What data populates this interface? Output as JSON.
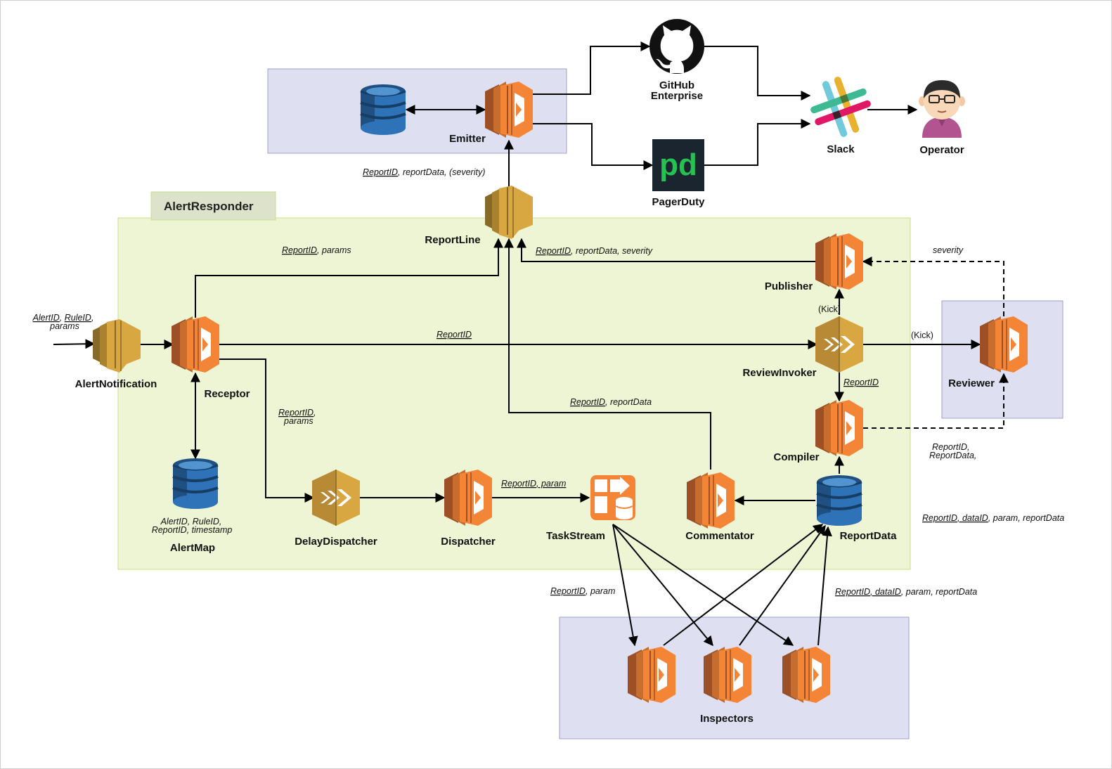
{
  "groups": {
    "alert_responder": "AlertResponder"
  },
  "nodes": {
    "github": [
      "GitHub",
      "Enterprise"
    ],
    "pagerduty": "PagerDuty",
    "slack": "Slack",
    "operator": "Operator",
    "emitter": "Emitter",
    "report_line": "ReportLine",
    "alert_notification": "AlertNotification",
    "receptor": "Receptor",
    "alert_map": "AlertMap",
    "delay_dispatcher": "DelayDispatcher",
    "dispatcher": "Dispatcher",
    "task_stream": "TaskStream",
    "commentator": "Commentator",
    "report_data": "ReportData",
    "compiler": "Compiler",
    "review_invoker": "ReviewInvoker",
    "publisher": "Publisher",
    "reviewer": "Reviewer",
    "inspectors": "Inspectors"
  },
  "edge_labels": {
    "to_emitter": [
      [
        "ReportID",
        true
      ],
      [
        ", reportData, (severity)",
        false
      ]
    ],
    "receptor_to_reportline": [
      [
        "ReportID",
        true
      ],
      [
        ", params",
        false
      ]
    ],
    "publisher_to_reportline": [
      [
        "ReportID",
        true
      ],
      [
        ", reportData, severity",
        false
      ]
    ],
    "input": [
      [
        "AlertID",
        true
      ],
      [
        ", ",
        false
      ],
      [
        "RuleID",
        true
      ],
      [
        ",",
        false
      ]
    ],
    "input_line2": "params",
    "receptor_to_review": [
      [
        "ReportID",
        true
      ]
    ],
    "kick_publisher": "(Kick)",
    "kick_reviewer": "(Kick)",
    "severity": "severity",
    "invoker_to_compiler": [
      [
        "ReportID",
        true
      ]
    ],
    "commentator_to_reportline": [
      [
        "ReportID",
        true
      ],
      [
        ", reportData",
        false
      ]
    ],
    "receptor_to_delay": [
      [
        "ReportID",
        true
      ],
      [
        ",",
        false
      ]
    ],
    "receptor_to_delay_line2": "params",
    "alertmap_fields": [
      [
        "AlertID",
        false
      ],
      [
        ", RuleID,",
        false
      ]
    ],
    "alertmap_fields_line2": "ReportID, timestamp",
    "dispatcher_to_stream": [
      [
        "ReportID",
        true
      ],
      [
        ", param",
        true
      ]
    ],
    "reviewer_return": [
      [
        "ReportID",
        false
      ],
      [
        ",",
        false
      ]
    ],
    "reviewer_return_line2": "ReportData,",
    "reportdata_fields": [
      [
        "ReportID",
        true
      ],
      [
        ", ",
        true
      ],
      [
        "dataID",
        true
      ],
      [
        ", param, reportData",
        false
      ]
    ],
    "stream_to_inspectors": [
      [
        "ReportID",
        true
      ],
      [
        ", param",
        false
      ]
    ],
    "inspectors_to_reportdata": [
      [
        "ReportID",
        true
      ],
      [
        ", ",
        true
      ],
      [
        "dataID",
        true
      ],
      [
        ", param, reportData",
        false
      ]
    ]
  },
  "colors": {
    "lambda_orange": "#F58536",
    "lambda_dark": "#9D5025",
    "sns_gold": "#D9A741",
    "sns_dark": "#876929",
    "dynamo_blue": "#2E73B8",
    "dynamo_dark": "#205081",
    "green_bg": "#EEF5D4",
    "green_border": "#C6DE8E",
    "purple_bg": "#DEDFF0",
    "purple_border": "#9EA0C9",
    "title_bg": "#DDE2CB"
  },
  "icons": {
    "github": "github-octocat-icon",
    "pagerduty": "pagerduty-icon",
    "slack": "slack-icon",
    "operator": "operator-person-icon"
  }
}
